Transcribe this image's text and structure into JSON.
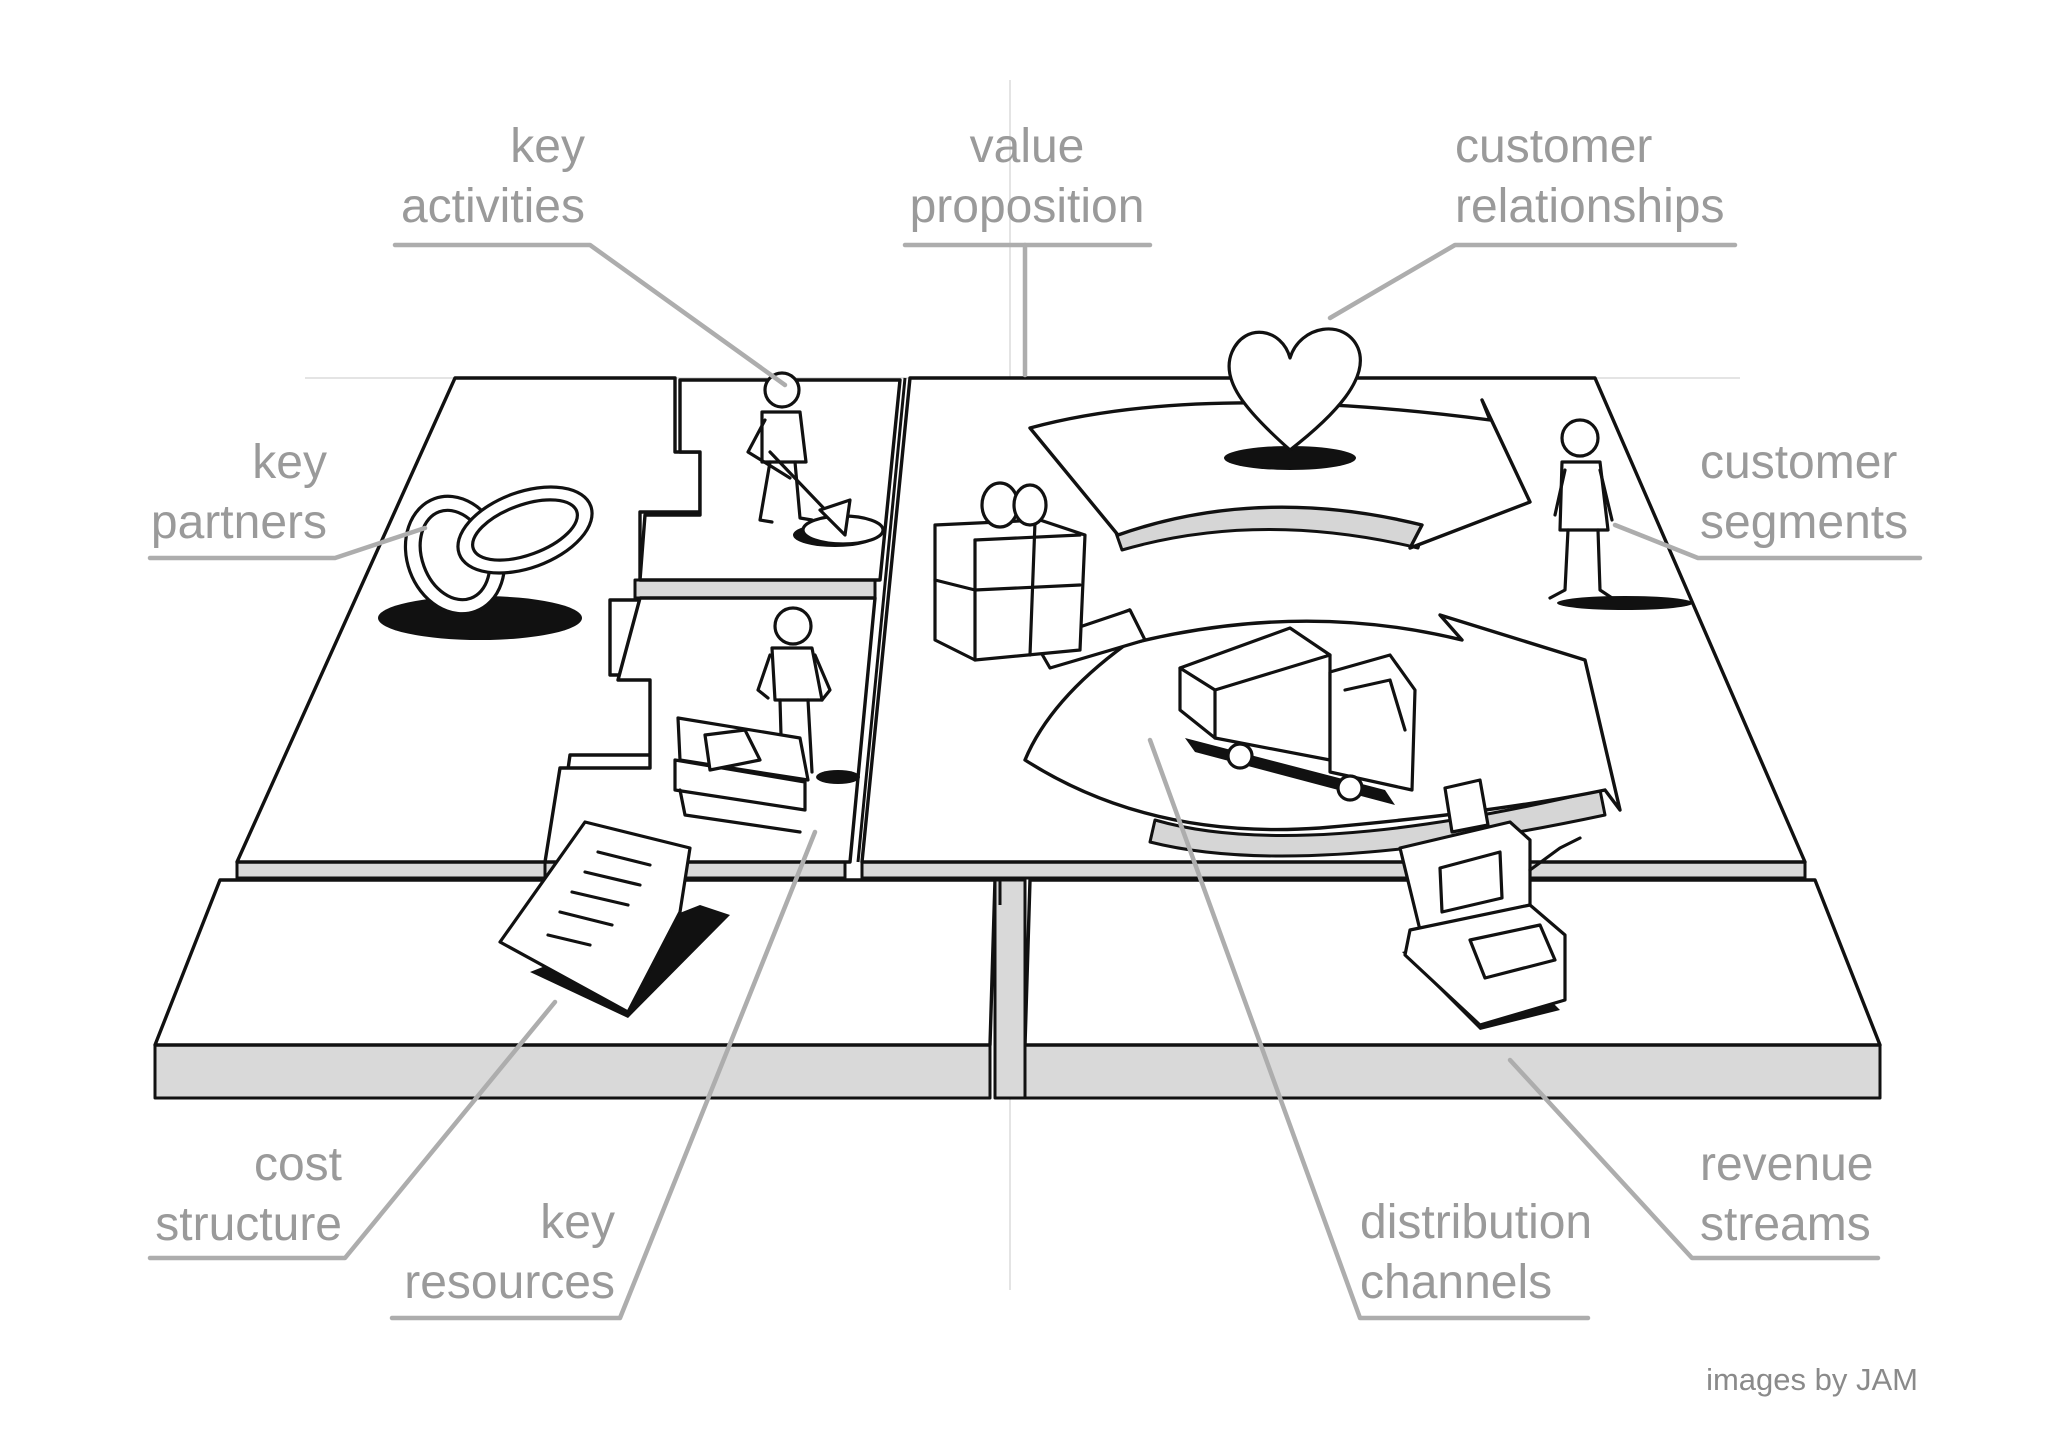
{
  "labels": {
    "key_activities": [
      "key",
      "activities"
    ],
    "value_proposition": [
      "value",
      "proposition"
    ],
    "customer_relationships": [
      "customer",
      "relationships"
    ],
    "key_partners": [
      "key",
      "partners"
    ],
    "customer_segments": [
      "customer",
      "segments"
    ],
    "cost_structure": [
      "cost",
      "structure"
    ],
    "key_resources": [
      "key",
      "resources"
    ],
    "distribution_channels": [
      "distribution",
      "channels"
    ],
    "revenue_streams": [
      "revenue",
      "streams"
    ]
  },
  "credit": "images by JAM",
  "icons": {
    "key_partners": "interlocked-rings-icon",
    "key_activities": "digging-person-icon",
    "key_resources": "person-with-machine-icon",
    "value_proposition": "gift-box-icon",
    "customer_relationships": "heart-icon",
    "distribution_channels": "delivery-truck-icon",
    "customer_segments": "standing-person-icon",
    "cost_structure": "invoice-paper-icon",
    "revenue_streams": "cash-register-icon"
  }
}
